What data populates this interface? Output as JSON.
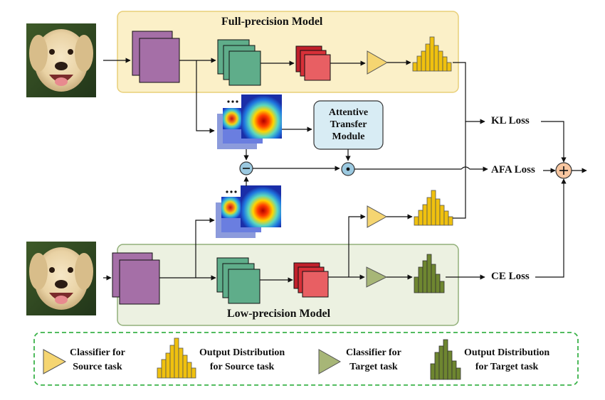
{
  "models": {
    "full_precision_title": "Full-precision Model",
    "low_precision_title": "Low-precision Model"
  },
  "module": {
    "line1": "Attentive",
    "line2": "Transfer",
    "line3": "Module"
  },
  "losses": {
    "kl": "KL Loss",
    "afa": "AFA Loss",
    "ce": "CE Loss"
  },
  "operators": {
    "subtract": "−",
    "multiply": "⊙",
    "add": "+"
  },
  "legend": {
    "source_classifier": {
      "line1": "Classifier for",
      "line2": "Source task"
    },
    "source_distribution": {
      "line1": "Output Distribution",
      "line2": "for Source task"
    },
    "target_classifier": {
      "line1": "Classifier for",
      "line2": "Target task"
    },
    "target_distribution": {
      "line1": "Output Distribution",
      "line2": "for Target task"
    }
  },
  "colors": {
    "full_precision_bg": "#fbf0c8",
    "full_precision_border": "#e8cf79",
    "low_precision_bg": "#ecf1e1",
    "low_precision_border": "#92b07a",
    "conv1": "#a56fa7",
    "conv2": "#5fad8a",
    "conv3": "#e85f63",
    "source_classifier": "#f5d571",
    "source_distribution": "#f0c10e",
    "target_classifier": "#a7b677",
    "target_distribution": "#6e8630",
    "module_bg": "#d8ecf4",
    "operator_node": "#9bc9e0",
    "add_node": "#f8c6a0",
    "legend_border": "#3bb34a"
  },
  "icons": {
    "input_image": "dog-photo-icon",
    "attention_map": "heatmap-icon"
  }
}
